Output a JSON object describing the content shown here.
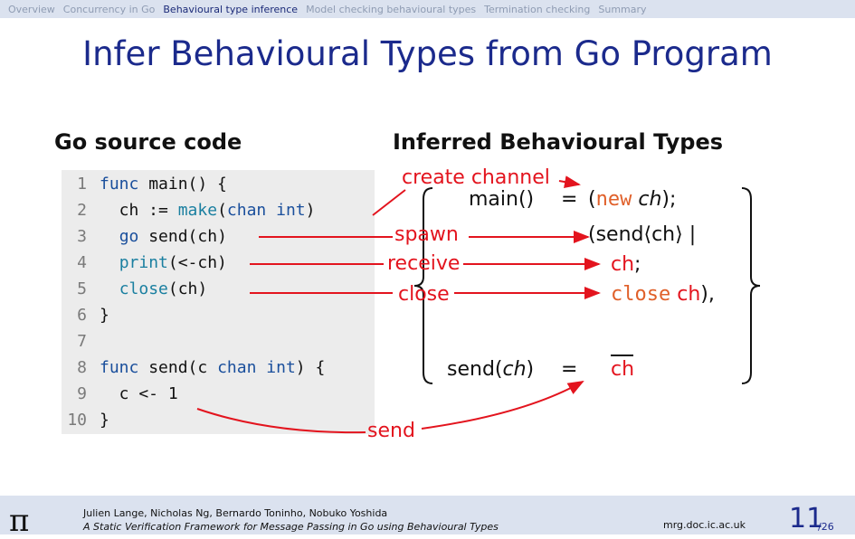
{
  "nav": {
    "items": [
      "Overview",
      "Concurrency in Go",
      "Behavioural type inference",
      "Model checking behavioural types",
      "Termination checking",
      "Summary"
    ],
    "active_index": 2
  },
  "slide": {
    "title": "Infer Behavioural Types from Go Program",
    "left_heading": "Go source code",
    "right_heading": "Inferred Behavioural Types"
  },
  "code": {
    "line_numbers": [
      "1",
      "2",
      "3",
      "4",
      "5",
      "6",
      "7",
      "8",
      "9",
      "10"
    ]
  },
  "labels": {
    "create_channel": "create channel",
    "spawn": "spawn",
    "receive": "receive",
    "close": "close",
    "send": "send"
  },
  "types": {
    "main_lhs": "main()",
    "eq": "=",
    "new_kw": "new",
    "ch": "ch",
    "send_call": "send⟨ch⟩",
    "close_kw": "close"
  },
  "footer": {
    "authors": "Julien Lange, Nicholas Ng, Bernardo Toninho, Nobuko Yoshida",
    "paper": "A Static Verification Framework for Message Passing in Go using Behavioural Types",
    "url": "mrg.doc.ic.ac.uk",
    "page": "11",
    "total": "/26"
  },
  "colors": {
    "accent_blue": "#1b2a8c",
    "annotation_red": "#e3141e",
    "keyword_orange": "#e0602a",
    "bar_blue": "#dbe2ef"
  }
}
